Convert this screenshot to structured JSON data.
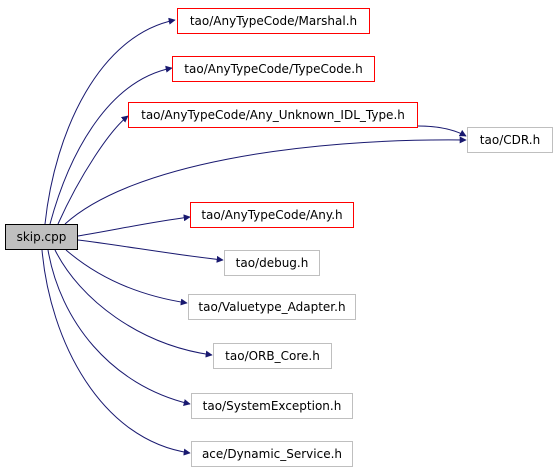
{
  "root": {
    "label": "skip.cpp"
  },
  "includes": [
    {
      "id": "marshal",
      "label": "tao/AnyTypeCode/Marshal.h",
      "documented": true
    },
    {
      "id": "typecode",
      "label": "tao/AnyTypeCode/TypeCode.h",
      "documented": true
    },
    {
      "id": "any-unknown",
      "label": "tao/AnyTypeCode/Any_Unknown_IDL_Type.h",
      "documented": true
    },
    {
      "id": "cdr",
      "label": "tao/CDR.h",
      "documented": false
    },
    {
      "id": "any",
      "label": "tao/AnyTypeCode/Any.h",
      "documented": true
    },
    {
      "id": "debug",
      "label": "tao/debug.h",
      "documented": false
    },
    {
      "id": "valuetype-adapter",
      "label": "tao/Valuetype_Adapter.h",
      "documented": false
    },
    {
      "id": "orb-core",
      "label": "tao/ORB_Core.h",
      "documented": false
    },
    {
      "id": "system-exception",
      "label": "tao/SystemException.h",
      "documented": false
    },
    {
      "id": "dynamic-service",
      "label": "ace/Dynamic_Service.h",
      "documented": false
    }
  ],
  "colors": {
    "edge": "#191970",
    "documented_border": "#ff0000",
    "external_border": "#bfbfbf",
    "root_fill": "#bfbfbf"
  }
}
